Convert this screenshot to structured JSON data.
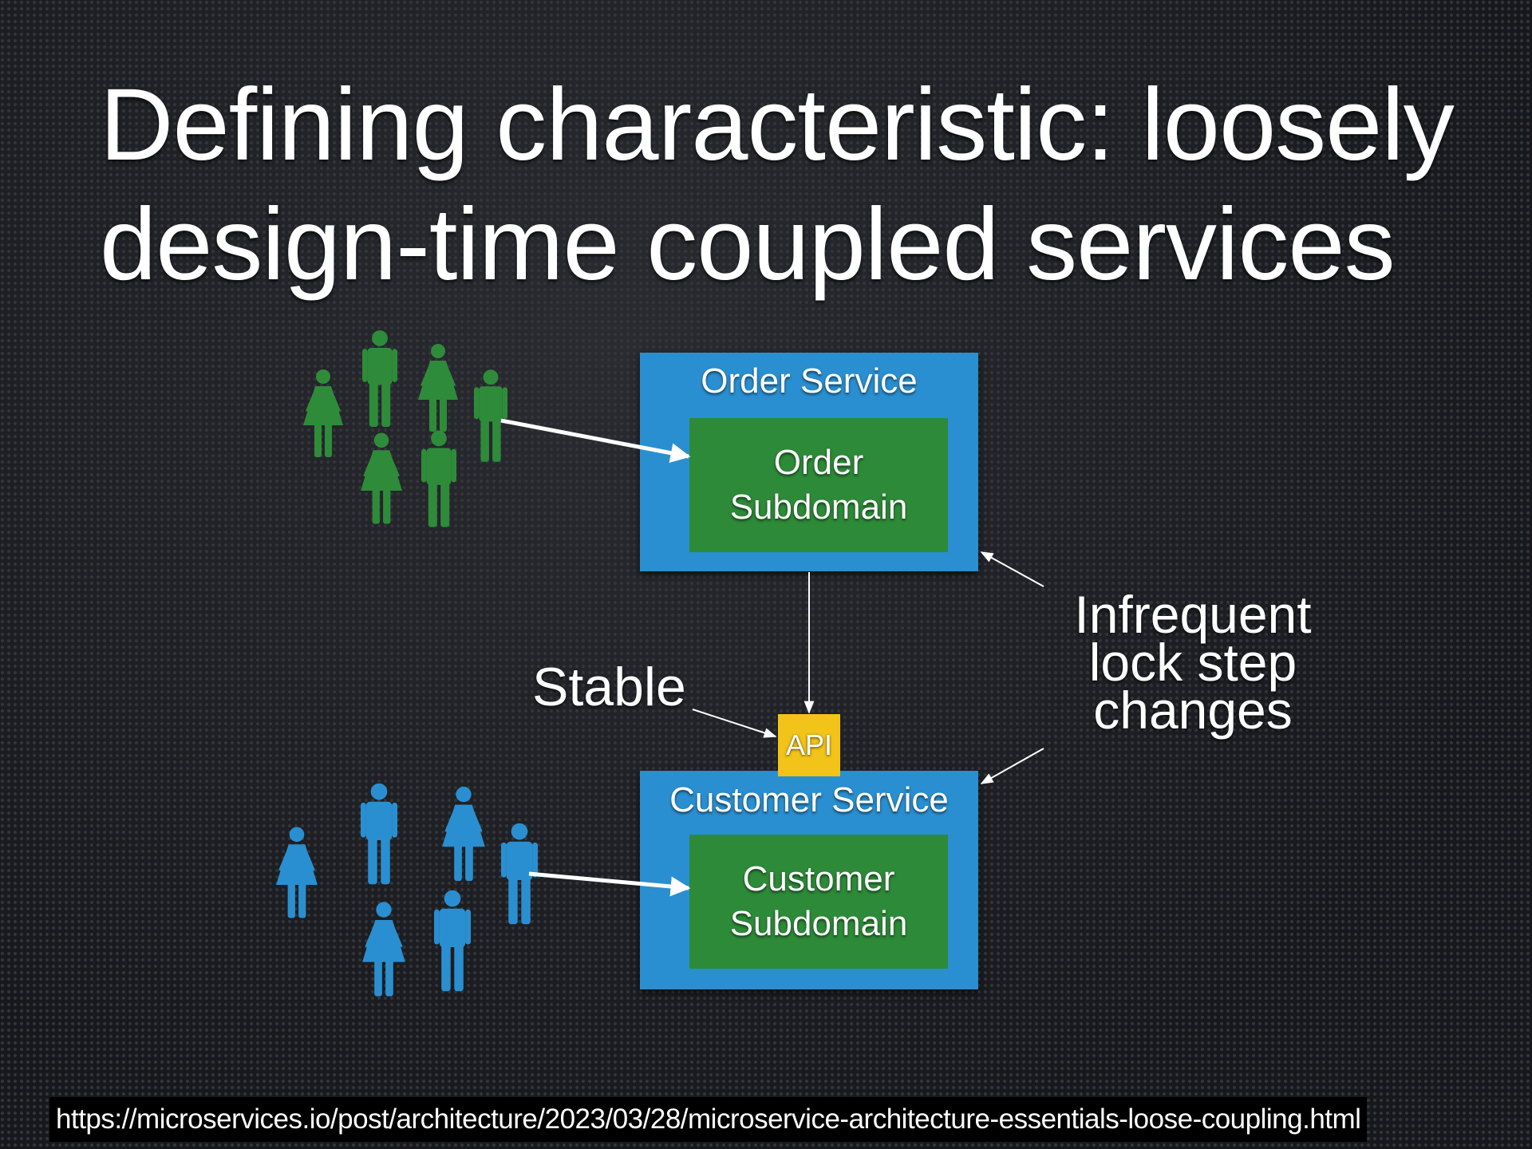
{
  "title": {
    "line1": "Defining characteristic: loosely",
    "line2": "design-time coupled services"
  },
  "order_service": {
    "label": "Order Service",
    "subdomain": {
      "line1": "Order",
      "line2": "Subdomain"
    }
  },
  "customer_service": {
    "label": "Customer Service",
    "subdomain": {
      "line1": "Customer",
      "line2": "Subdomain"
    }
  },
  "api_label": "API",
  "stable_label": "Stable",
  "lockstep_note": {
    "line1": "Infrequent",
    "line2": "lock step",
    "line3": "changes"
  },
  "source_url": "https://microservices.io/post/architecture/2023/03/28/microservice-architecture-essentials-loose-coupling.html",
  "colors": {
    "service_blue": "#2a8fd0",
    "subdomain_green": "#2d8a38",
    "api_yellow": "#f2c318",
    "order_team_green": "#2e8b3a",
    "customer_team_blue": "#2a8fd0"
  },
  "icons": [
    "man-icon",
    "woman-icon",
    "arrow-icon"
  ]
}
